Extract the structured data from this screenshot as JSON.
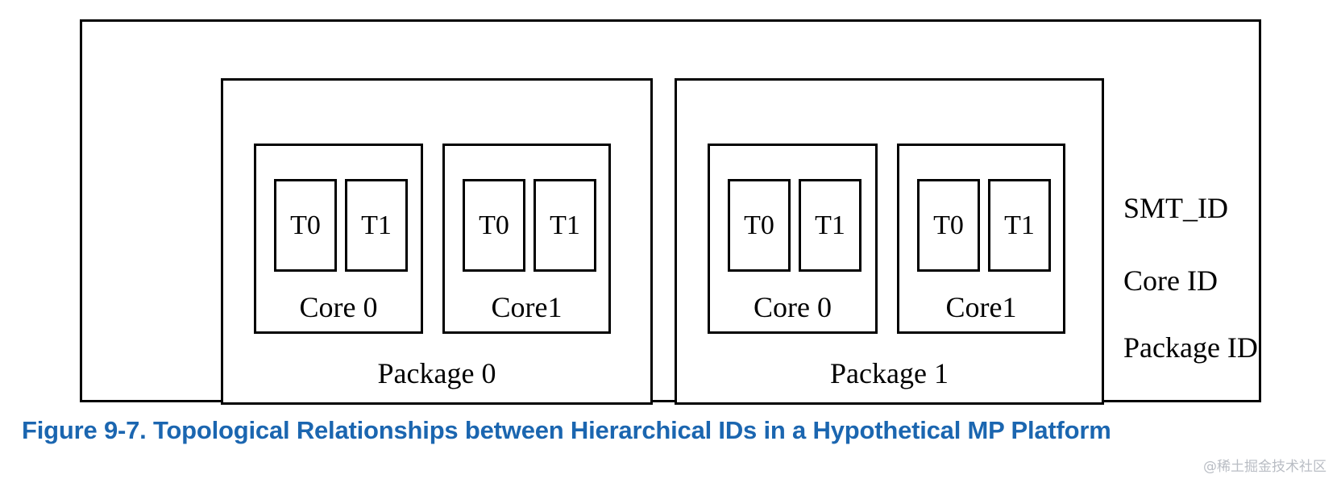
{
  "figure": {
    "caption": "Figure 9-7.  Topological Relationships between Hierarchical IDs in a Hypothetical MP Platform",
    "watermark": "@稀土掘金技术社区",
    "caption_color": "#1B66B0",
    "line_color": "#000000",
    "background_color": "#FFFFFF"
  },
  "platform": {
    "packages": [
      {
        "label": "Package 0",
        "cores": [
          {
            "label": "Core 0",
            "threads": [
              {
                "label": "T0"
              },
              {
                "label": "T1"
              }
            ]
          },
          {
            "label": "Core1",
            "threads": [
              {
                "label": "T0"
              },
              {
                "label": "T1"
              }
            ]
          }
        ]
      },
      {
        "label": "Package 1",
        "cores": [
          {
            "label": "Core 0",
            "threads": [
              {
                "label": "T0"
              },
              {
                "label": "T1"
              }
            ]
          },
          {
            "label": "Core1",
            "threads": [
              {
                "label": "T0"
              },
              {
                "label": "T1"
              }
            ]
          }
        ]
      }
    ]
  },
  "legend": {
    "smt_id": "SMT_ID",
    "core_id": "Core ID",
    "package_id": "Package ID"
  }
}
